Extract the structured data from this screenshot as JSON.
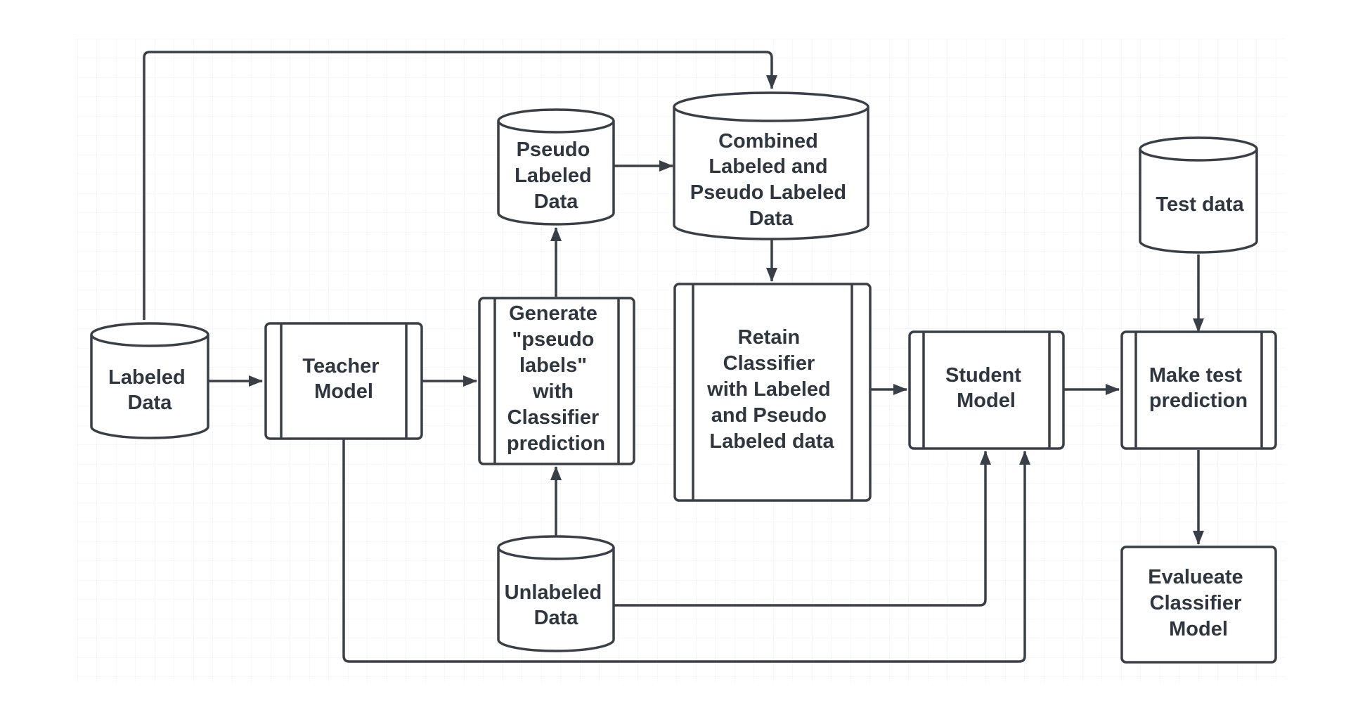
{
  "nodes": {
    "labeled_data": [
      "Labeled",
      "Data"
    ],
    "teacher_model": [
      "Teacher",
      "Model"
    ],
    "generate_pseudo_labels": [
      "Generate",
      "\"pseudo",
      "labels\"",
      "with",
      "Classifier",
      "prediction"
    ],
    "pseudo_labeled_data": [
      "Pseudo",
      "Labeled",
      "Data"
    ],
    "combined_data": [
      "Combined",
      "Labeled and",
      "Pseudo Labeled",
      "Data"
    ],
    "retain_classifier": [
      "Retain",
      "Classifier",
      "with Labeled",
      "and Pseudo",
      "Labeled data"
    ],
    "student_model": [
      "Student",
      "Model"
    ],
    "test_data": [
      "Test data"
    ],
    "make_test_prediction": [
      "Make test",
      "prediction"
    ],
    "evaluate_classifier": [
      "Evalueate",
      "Classifier",
      "Model"
    ],
    "unlabeled_data": [
      "Unlabeled",
      "Data"
    ]
  },
  "colors": {
    "stroke": "#3a3f47",
    "text": "#2f3640",
    "grid": "#ececec",
    "background": "#ffffff"
  }
}
